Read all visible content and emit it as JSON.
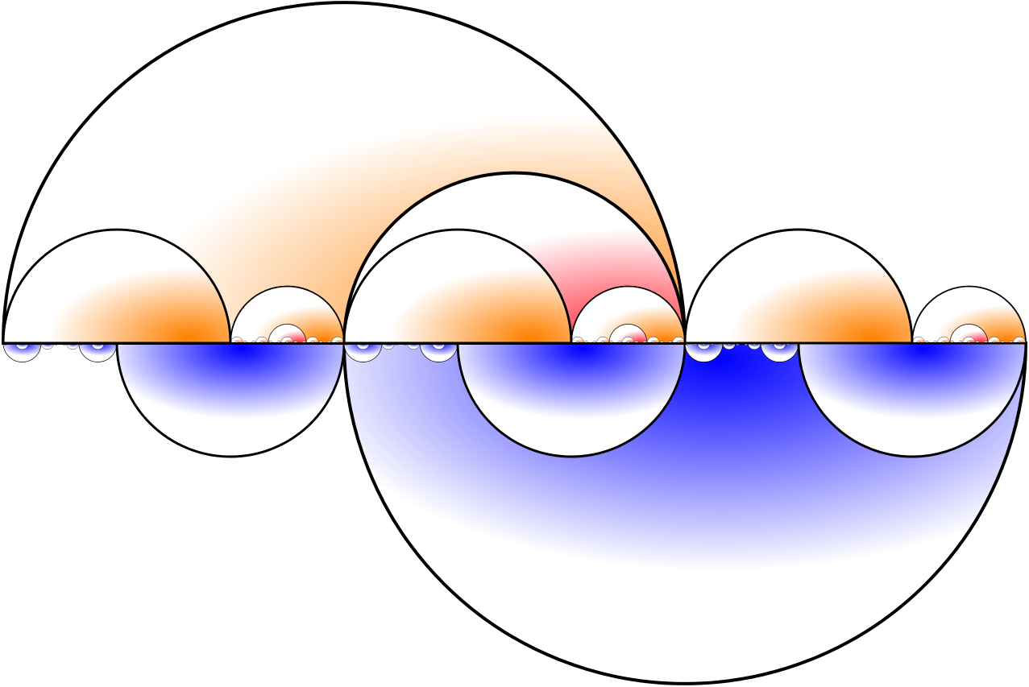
{
  "figure": {
    "kind": "recursive semicircle fractal",
    "segments": 3,
    "levels": 8,
    "arc_stroke": "#000000",
    "background": "#ffffff",
    "palette": {
      "upper_core": "#ff8000",
      "upper_alt_core": "#ff2a3a",
      "lower_core": "#0000ff",
      "fade": "#ffffff"
    }
  }
}
